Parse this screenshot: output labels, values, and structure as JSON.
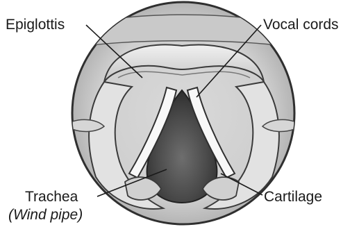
{
  "labels": {
    "epiglottis": "Epiglottis",
    "vocal_cords": "Vocal cords",
    "trachea": "Trachea",
    "trachea_sub": "(Wind pipe)",
    "cartilage": "Cartilage"
  },
  "colors": {
    "outline": "#3a3a3a",
    "tissue_light": "#e6e6e6",
    "tissue_mid": "#bdbdbd",
    "tissue_dark": "#8a8a8a",
    "cavity": "#4e4e4e",
    "vocal_cord": "#f7f7f7",
    "text": "#1a1a1a"
  }
}
